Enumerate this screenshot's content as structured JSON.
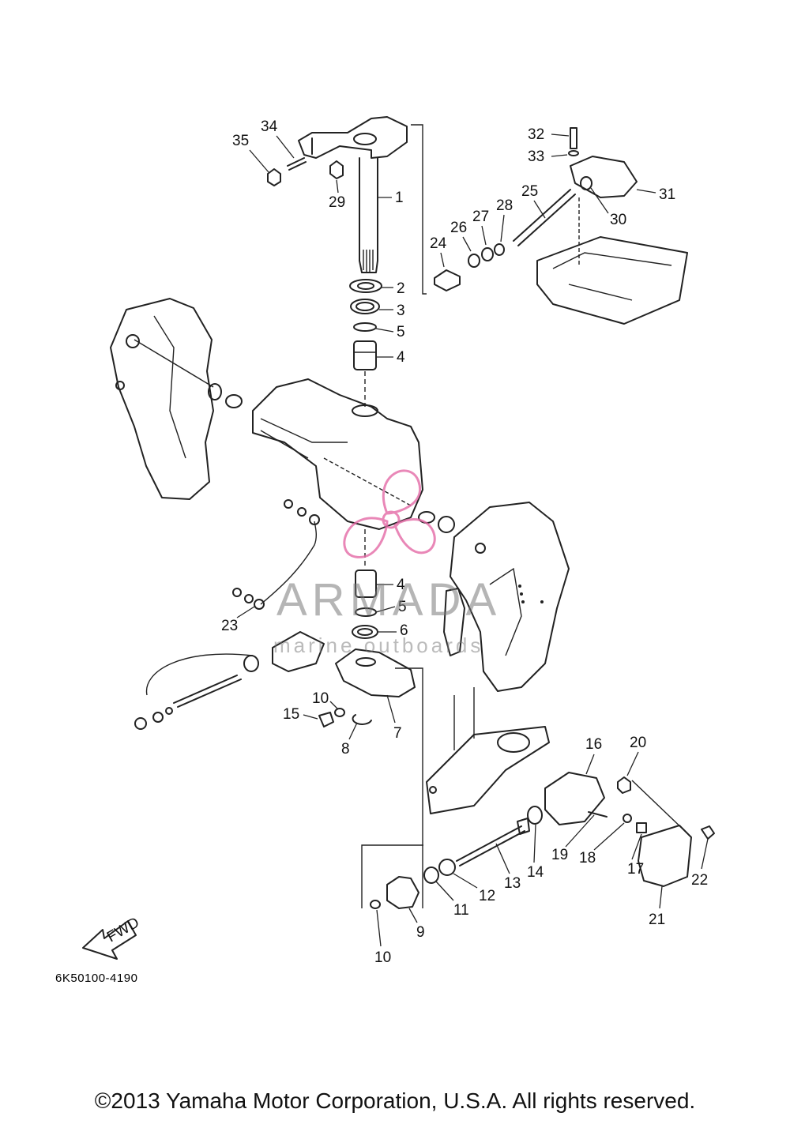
{
  "diagram_code": "6K50100-4190",
  "copyright": "©2013 Yamaha Motor Corporation, U.S.A. All rights reserved.",
  "watermark": {
    "word": "ARMADA",
    "sub": "marine outboards",
    "logo_color": "#e46aa6"
  },
  "fwd_label": "FWD",
  "callouts": [
    "1",
    "2",
    "3",
    "4",
    "5",
    "6",
    "7",
    "8",
    "9",
    "10",
    "11",
    "12",
    "13",
    "14",
    "15",
    "16",
    "17",
    "18",
    "19",
    "20",
    "21",
    "22",
    "23",
    "24",
    "25",
    "26",
    "27",
    "28",
    "29",
    "30",
    "31",
    "32",
    "33",
    "34",
    "35"
  ],
  "extra_callouts": {
    "4b": "4",
    "5b": "5",
    "10b": "10"
  }
}
